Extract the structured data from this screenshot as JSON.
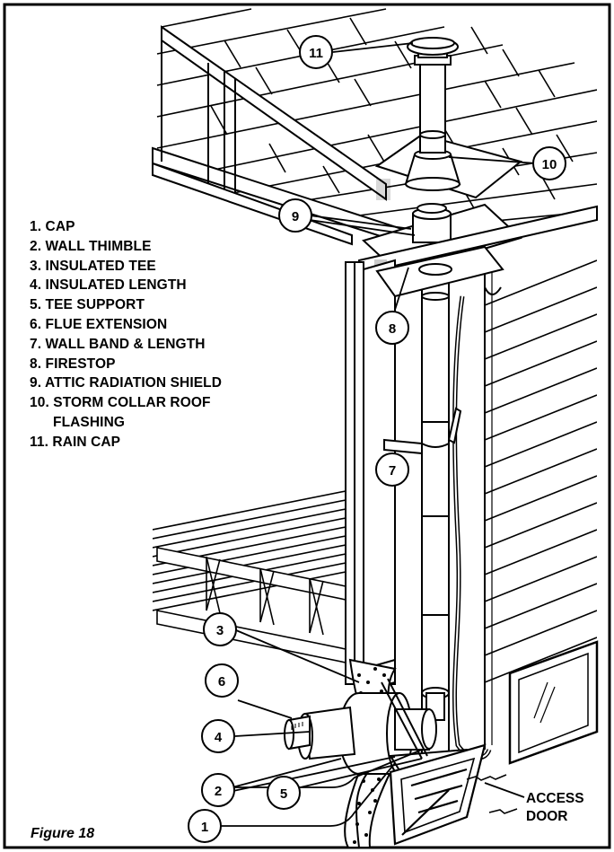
{
  "figure_caption": "Figure 18",
  "legend": [
    "1. CAP",
    "2. WALL THIMBLE",
    "3. INSULATED TEE",
    "4. INSULATED LENGTH",
    "5. TEE SUPPORT",
    "6. FLUE EXTENSION",
    "7. WALL BAND & LENGTH",
    "8. FIRESTOP",
    "9. ATTIC RADIATION SHIELD",
    "10. STORM COLLAR ROOF",
    "FLASHING",
    "11. RAIN CAP"
  ],
  "callouts": [
    "1",
    "2",
    "3",
    "4",
    "5",
    "6",
    "7",
    "8",
    "9",
    "10",
    "11"
  ],
  "access_door": {
    "line1": "ACCESS",
    "line2": "DOOR"
  }
}
